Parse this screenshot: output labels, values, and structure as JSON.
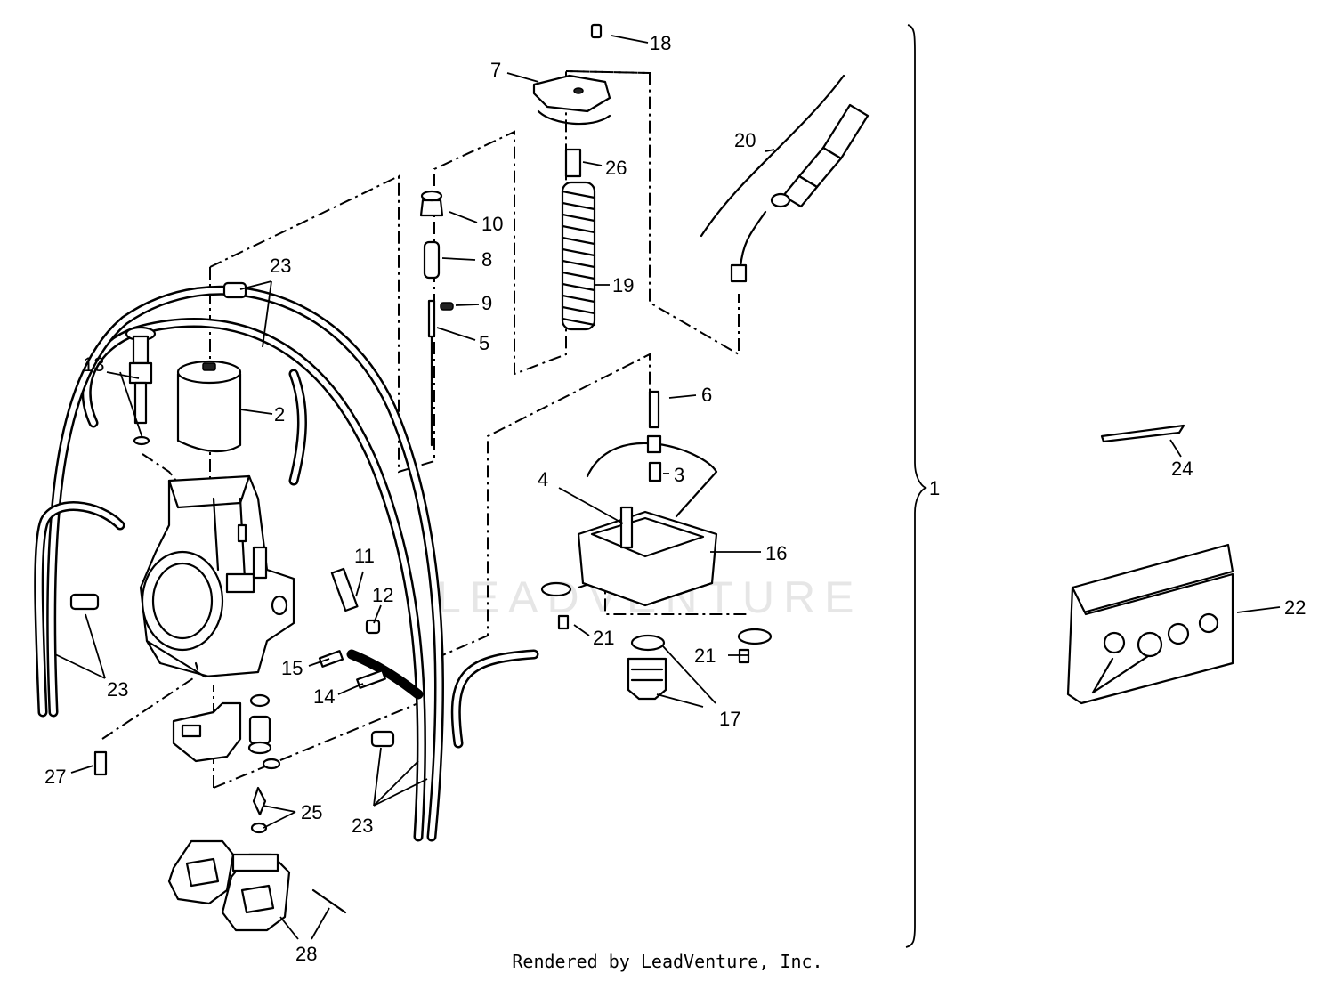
{
  "watermark": "LEADVENTURE",
  "footer": {
    "credit": "Rendered by LeadVenture, Inc."
  },
  "callouts": {
    "c1": "1",
    "c2": "2",
    "c3": "3",
    "c4": "4",
    "c5": "5",
    "c6": "6",
    "c7": "7",
    "c8": "8",
    "c9": "9",
    "c10": "10",
    "c11": "11",
    "c12": "12",
    "c13": "13",
    "c14": "14",
    "c15": "15",
    "c16": "16",
    "c17": "17",
    "c18": "18",
    "c19": "19",
    "c20": "20",
    "c21a": "21",
    "c21b": "21",
    "c22": "22",
    "c23a": "23",
    "c23b": "23",
    "c23c": "23",
    "c24": "24",
    "c25": "25",
    "c26": "26",
    "c27": "27",
    "c28": "28"
  }
}
